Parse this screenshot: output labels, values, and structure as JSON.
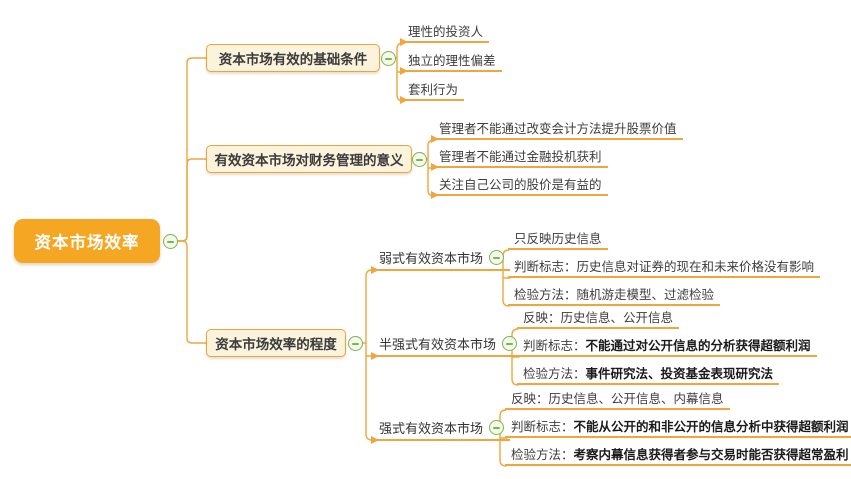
{
  "root": {
    "label": "资本市场效率"
  },
  "branches": [
    {
      "label": "资本市场有效的基础条件",
      "children": [
        {
          "text": "理性的投资人"
        },
        {
          "text": "独立的理性偏差"
        },
        {
          "text": "套利行为"
        }
      ]
    },
    {
      "label": "有效资本市场对财务管理的意义",
      "children": [
        {
          "text": "管理者不能通过改变会计方法提升股票价值"
        },
        {
          "text": "管理者不能通过金融投机获利"
        },
        {
          "text": "关注自己公司的股价是有益的"
        }
      ]
    },
    {
      "label": "资本市场效率的程度",
      "children": [
        {
          "label": "弱式有效资本市场",
          "children": [
            {
              "pre": "",
              "text": "只反映历史信息",
              "bold": false
            },
            {
              "pre": "判断标志：",
              "text": "历史信息对证券的现在和未来价格没有影响",
              "bold": false
            },
            {
              "pre": "检验方法：",
              "text": "随机游走模型、过滤检验",
              "bold": false
            }
          ]
        },
        {
          "label": "半强式有效资本市场",
          "children": [
            {
              "pre": "",
              "text": "反映：历史信息、公开信息",
              "bold": false
            },
            {
              "pre": "判断标志：",
              "text": "不能通过对公开信息的分析获得超额利润",
              "bold": true
            },
            {
              "pre": "检验方法：",
              "text": "事件研究法、投资基金表现研究法",
              "bold": true
            }
          ]
        },
        {
          "label": "强式有效资本市场",
          "children": [
            {
              "pre": "",
              "text": "反映：历史信息、公开信息、内幕信息",
              "bold": false
            },
            {
              "pre": "判断标志：",
              "text": "不能从公开的和非公开的信息分析中获得超额利润",
              "bold": true
            },
            {
              "pre": "检验方法：",
              "text": "考察内幕信息获得者参与交易时能否获得超常盈利",
              "bold": true
            }
          ]
        }
      ]
    }
  ],
  "icons": {
    "collapse": "minus-circle-icon"
  },
  "colors": {
    "root_fill": "#F5A623",
    "topic_fill": "#FCF3DD",
    "topic_border": "#E9A43D",
    "connector_line": "#F0A63E",
    "collapse_green": "#7FB34E",
    "text_dark": "#3D3D3D"
  }
}
